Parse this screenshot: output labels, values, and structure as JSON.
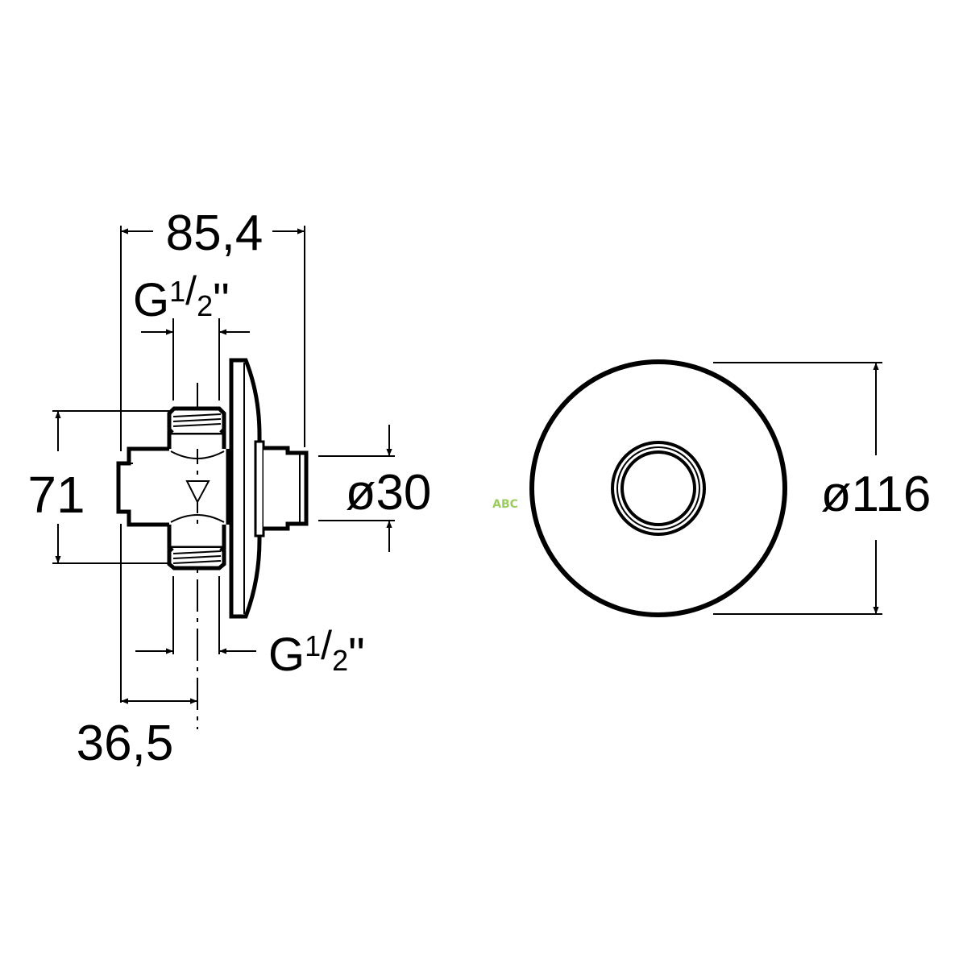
{
  "dimensions": {
    "overall_length": "85,4",
    "thread_top": "G",
    "thread_top_fraction_num": "1",
    "thread_top_fraction_den": "2",
    "thread_top_suffix": "\"",
    "height": "71",
    "button_diameter": "ø30",
    "thread_bottom": "G",
    "thread_bottom_fraction_num": "1",
    "thread_bottom_fraction_den": "2",
    "thread_bottom_suffix": "\"",
    "axis_offset": "36,5",
    "plate_diameter": "ø116"
  },
  "watermark": {
    "text": "ABC",
    "color": "#9acd5a"
  },
  "colors": {
    "line": "#000000",
    "background": "#ffffff"
  }
}
